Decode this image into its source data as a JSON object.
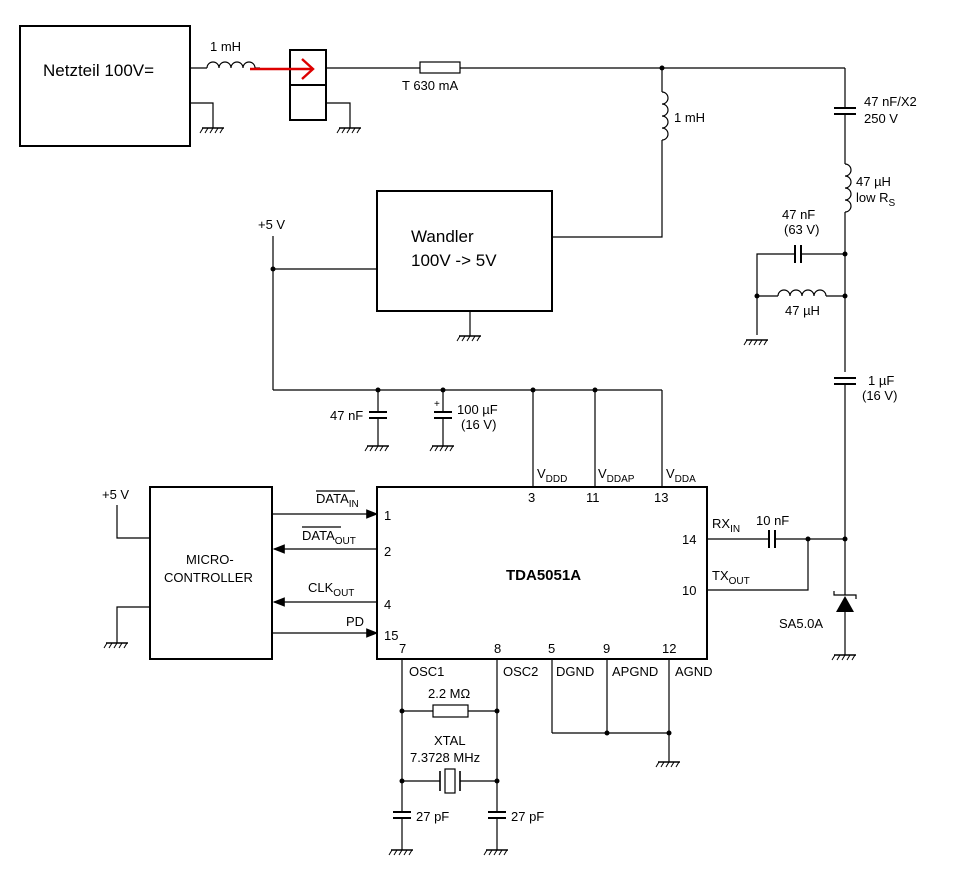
{
  "blocks": {
    "power_supply": "Netzteil 100V=",
    "converter_line1": "Wandler",
    "converter_line2": "100V -> 5V",
    "mcu_line1": "MICRO-",
    "mcu_line2": "CONTROLLER",
    "ic_name": "TDA5051A"
  },
  "components": {
    "choke_in": "1 mH",
    "fuse": "T 630 mA",
    "choke_supply": "1 mH",
    "cap_x2_line1": "47 nF/X2",
    "cap_x2_line2": "250 V",
    "ind_47u_line1": "47 µH",
    "ind_47u_line2_main": "low R",
    "ind_47u_line2_sub": "S",
    "cap_47n_line1": "47 nF",
    "cap_47n_line2": "(63 V)",
    "ind_47u_b": "47 µH",
    "cap_1u_line1": "1 µF",
    "cap_1u_line2": "(16 V)",
    "cap_10n": "10 nF",
    "tvs": "SA5.0A",
    "decoup_47n": "47 nF",
    "decoup_100u_line1": "100 µF",
    "decoup_100u_line2": "(16 V)",
    "plus_sign": "+",
    "vcc_top": "+5 V",
    "vcc_mcu": "+5 V",
    "res_osc": "2.2 MΩ",
    "xtal_line1": "XTAL",
    "xtal_line2": "7.3728 MHz",
    "cap_27p_a": "27 pF",
    "cap_27p_b": "27 pF"
  },
  "pins": {
    "vddd_main": "V",
    "vddd_sub": "DDD",
    "vddd_num": "3",
    "vddap_main": "V",
    "vddap_sub": "DDAP",
    "vddap_num": "11",
    "vdda_main": "V",
    "vdda_sub": "DDA",
    "vdda_num": "13",
    "data_in_main": "DATA",
    "data_in_sub": "IN",
    "data_in_num": "1",
    "data_out_main": "DATA",
    "data_out_sub": "OUT",
    "data_out_num": "2",
    "clk_out_main": "CLK",
    "clk_out_sub": "OUT",
    "clk_out_num": "4",
    "pd": "PD",
    "pd_num": "15",
    "rx_in_main": "RX",
    "rx_in_sub": "IN",
    "rx_in_num": "14",
    "tx_out_main": "TX",
    "tx_out_sub": "OUT",
    "tx_out_num": "10",
    "osc1": "OSC1",
    "osc1_num": "7",
    "osc2": "OSC2",
    "osc2_num": "8",
    "dgnd": "DGND",
    "dgnd_num": "5",
    "apgnd": "APGND",
    "apgnd_num": "9",
    "agnd": "AGND",
    "agnd_num": "12"
  },
  "colors": {
    "highlight_arrow": "#dd0000"
  }
}
